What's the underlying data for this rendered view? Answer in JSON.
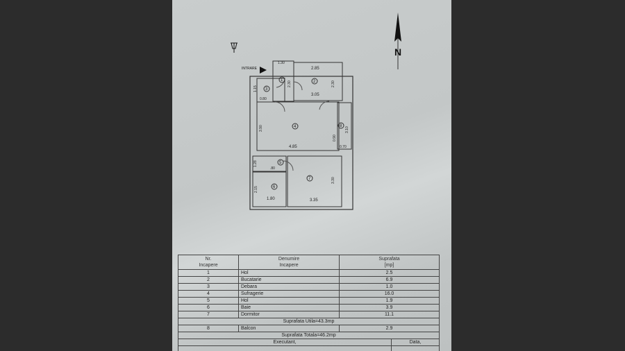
{
  "plan": {
    "north_label": "N",
    "entrance_label": "INTRARE",
    "room_numbers": [
      "1",
      "2",
      "3",
      "4",
      "5",
      "6",
      "7",
      "8"
    ],
    "dimensions": {
      "d1": "1.30",
      "d2": "2.85",
      "d3": "2.30",
      "d4": "2.30",
      "d5": "3.05",
      "d6": "1.15",
      "d7": "0.80",
      "d8": "3.90",
      "d9": "4.85",
      "d10": "0.90",
      "d11": "3.10",
      "d12": "0.70",
      "d13": "1.28",
      "d14": ".80",
      "d15": "2.15",
      "d16": "1.80",
      "d17": "3.35",
      "d18": "3.30"
    }
  },
  "table": {
    "headers": {
      "nr": "Nr.",
      "nr2": "Incapere",
      "name": "Denumire",
      "name2": "Incapere",
      "area": "Suprafata",
      "area2": "[mp]"
    },
    "rows": [
      {
        "nr": "1",
        "name": "Hol",
        "area": "2.5"
      },
      {
        "nr": "2",
        "name": "Bucatarie",
        "area": "6.9"
      },
      {
        "nr": "3",
        "name": "Debara",
        "area": "1.0"
      },
      {
        "nr": "4",
        "name": "Sufragerie",
        "area": "16.0"
      },
      {
        "nr": "5",
        "name": "Hol",
        "area": "1.9"
      },
      {
        "nr": "6",
        "name": "Baie",
        "area": "3.9"
      },
      {
        "nr": "7",
        "name": "Dormitor",
        "area": "11.1"
      }
    ],
    "useful_total": "Suprafata Utila=43.3mp",
    "balcony": {
      "nr": "8",
      "name": "Balcon",
      "area": "2.9"
    },
    "grand_total": "Suprafata Totala=46.2mp",
    "executant": "Executant,",
    "date": "Data,"
  }
}
